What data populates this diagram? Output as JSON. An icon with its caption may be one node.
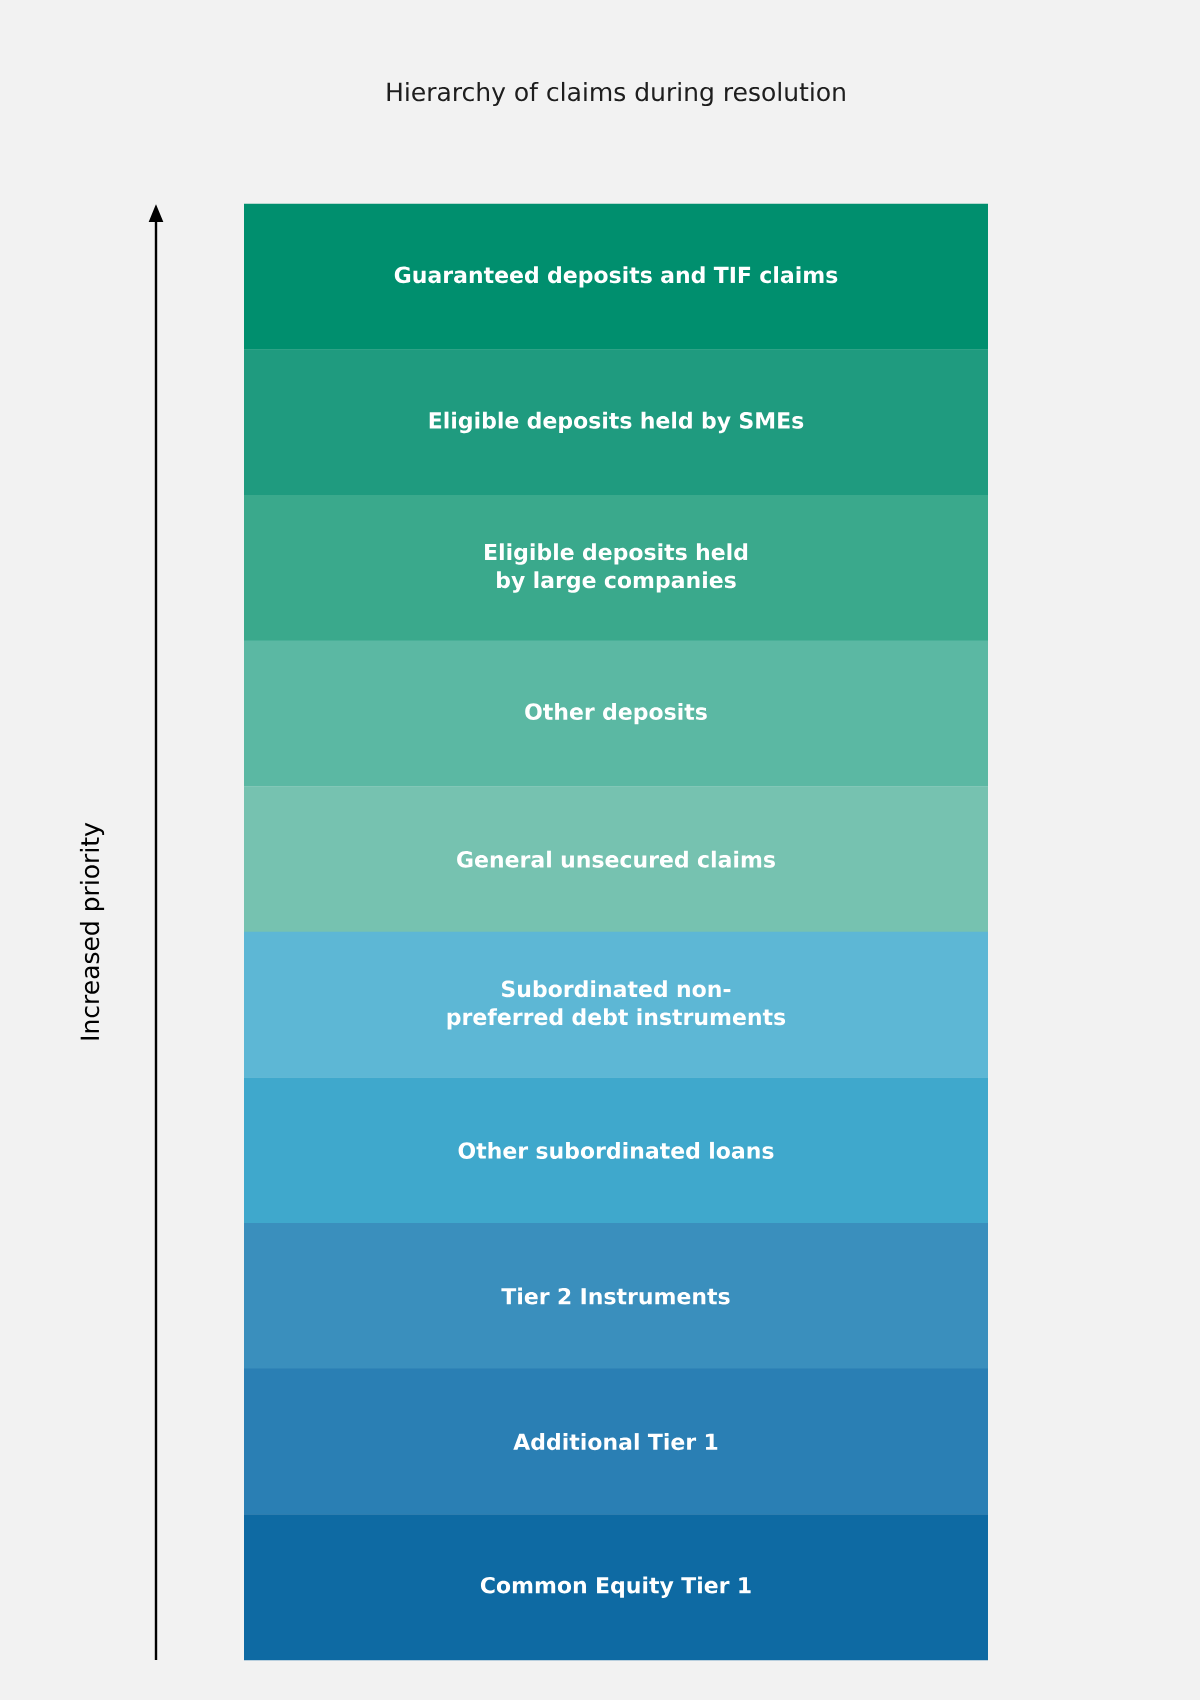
{
  "diagram": {
    "title": "Hierarchy of claims during resolution",
    "nodes": [
      {
        "text": [
          "Guaranteed deposits and TIF claims"
        ]
      },
      {
        "text": [
          "Eligible deposits held by SMEs"
        ]
      },
      {
        "text": [
          "Eligible deposits held by large companies"
        ]
      },
      {
        "text": [
          "Other deposits"
        ]
      },
      {
        "text": [
          "General unsecured claims"
        ]
      },
      {
        "text": [
          "Subordinated non-preferred debt instruments"
        ]
      },
      {
        "text": [
          "Other subordinated loans"
        ]
      },
      {
        "text": [
          "Tier 2 Instruments"
        ]
      },
      {
        "text": [
          "Additional Tier 1"
        ]
      },
      {
        "text": [
          "Common Equity Tier 1"
        ]
      }
    ],
    "labels": [
      "Increased priority"
    ]
  }
}
